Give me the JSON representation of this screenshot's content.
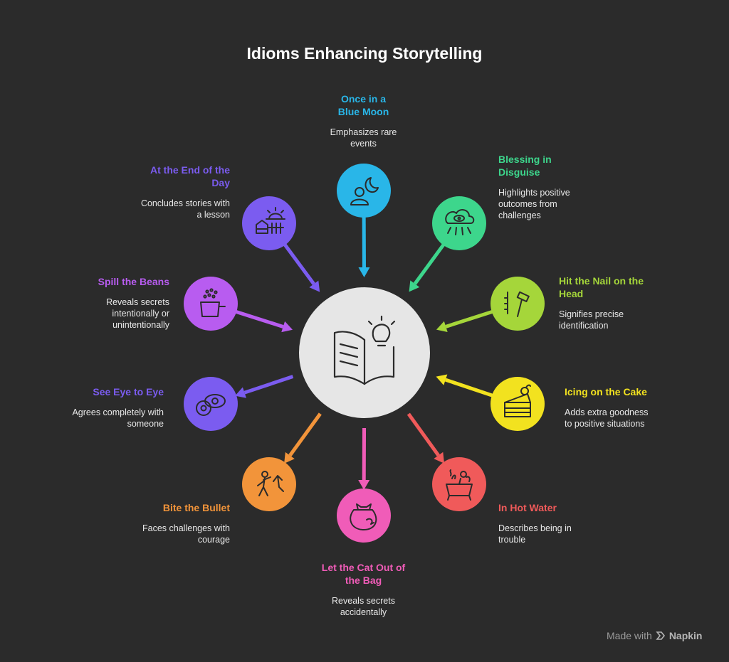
{
  "title": "Idioms Enhancing Storytelling",
  "footer": {
    "made_with": "Made with",
    "brand": "Napkin"
  },
  "center": {
    "icon": "open-book-lightbulb-icon"
  },
  "idioms": [
    {
      "id": "once-in-a-blue-moon",
      "title_lines": [
        "Once in a",
        "Blue Moon"
      ],
      "desc_lines": [
        "Emphasizes rare",
        "events"
      ],
      "color": "#29b6e8",
      "icon": "person-moon-icon"
    },
    {
      "id": "blessing-in-disguise",
      "title_lines": [
        "Blessing in",
        "Disguise"
      ],
      "desc_lines": [
        "Highlights positive",
        "outcomes from",
        "challenges"
      ],
      "color": "#3dd68c",
      "icon": "cloud-eye-icon"
    },
    {
      "id": "hit-the-nail-on-the-head",
      "title_lines": [
        "Hit the Nail on the",
        "Head"
      ],
      "desc_lines": [
        "Signifies precise",
        "identification"
      ],
      "color": "#a5d63a",
      "icon": "hammer-nail-icon"
    },
    {
      "id": "icing-on-the-cake",
      "title_lines": [
        "Icing on the Cake"
      ],
      "desc_lines": [
        "Adds extra goodness",
        "to positive situations"
      ],
      "color": "#f2e21f",
      "icon": "cake-icon"
    },
    {
      "id": "in-hot-water",
      "title_lines": [
        "In Hot Water"
      ],
      "desc_lines": [
        "Describes being in",
        "trouble"
      ],
      "color": "#f05a5a",
      "icon": "person-in-pot-icon"
    },
    {
      "id": "let-the-cat-out-of-the-bag",
      "title_lines": [
        "Let the Cat Out of",
        "the Bag"
      ],
      "desc_lines": [
        "Reveals secrets",
        "accidentally"
      ],
      "color": "#f05cb8",
      "icon": "cat-bag-icon"
    },
    {
      "id": "bite-the-bullet",
      "title_lines": [
        "Bite the Bullet"
      ],
      "desc_lines": [
        "Faces challenges with",
        "courage"
      ],
      "color": "#f2943a",
      "icon": "climbing-person-icon"
    },
    {
      "id": "see-eye-to-eye",
      "title_lines": [
        "See Eye to Eye"
      ],
      "desc_lines": [
        "Agrees completely with",
        "someone"
      ],
      "color": "#7b5cf0",
      "icon": "two-eyes-icon"
    },
    {
      "id": "spill-the-beans",
      "title_lines": [
        "Spill the Beans"
      ],
      "desc_lines": [
        "Reveals secrets",
        "intentionally or",
        "unintentionally"
      ],
      "color": "#b85cf0",
      "icon": "spilling-pot-icon"
    },
    {
      "id": "at-the-end-of-the-day",
      "title_lines": [
        "At the End of the",
        "Day"
      ],
      "desc_lines": [
        "Concludes stories with",
        "a lesson"
      ],
      "color": "#7b5cf0",
      "icon": "sunset-house-icon"
    }
  ]
}
